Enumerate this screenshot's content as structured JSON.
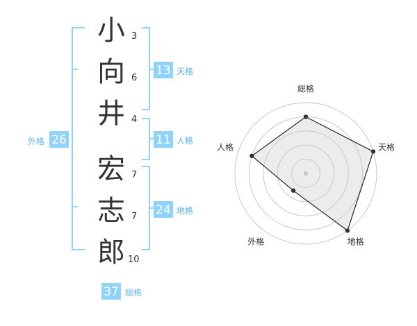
{
  "name": {
    "chars": [
      {
        "char": "小",
        "strokes": "3"
      },
      {
        "char": "向",
        "strokes": "6"
      },
      {
        "char": "井",
        "strokes": "4"
      },
      {
        "char": "宏",
        "strokes": "7"
      },
      {
        "char": "志",
        "strokes": "7"
      },
      {
        "char": "郎",
        "strokes": "10"
      }
    ]
  },
  "kakusu": {
    "tenkaku": {
      "label": "天格",
      "value": "13"
    },
    "jinkaku": {
      "label": "人格",
      "value": "11"
    },
    "chikaku": {
      "label": "地格",
      "value": "24"
    },
    "gaikaku": {
      "label": "外格",
      "value": "26"
    },
    "soukaku": {
      "label": "総格",
      "value": "37"
    }
  },
  "radar": {
    "axes": [
      "総格",
      "天格",
      "地格",
      "外格",
      "人格"
    ],
    "levels": 5,
    "values": [
      4,
      5,
      5,
      1.5,
      4
    ]
  },
  "colors": {
    "accent": "#8fd3fb",
    "accent_text": "#5ab4ef",
    "text": "#333333",
    "grid": "#c8c8c8"
  }
}
